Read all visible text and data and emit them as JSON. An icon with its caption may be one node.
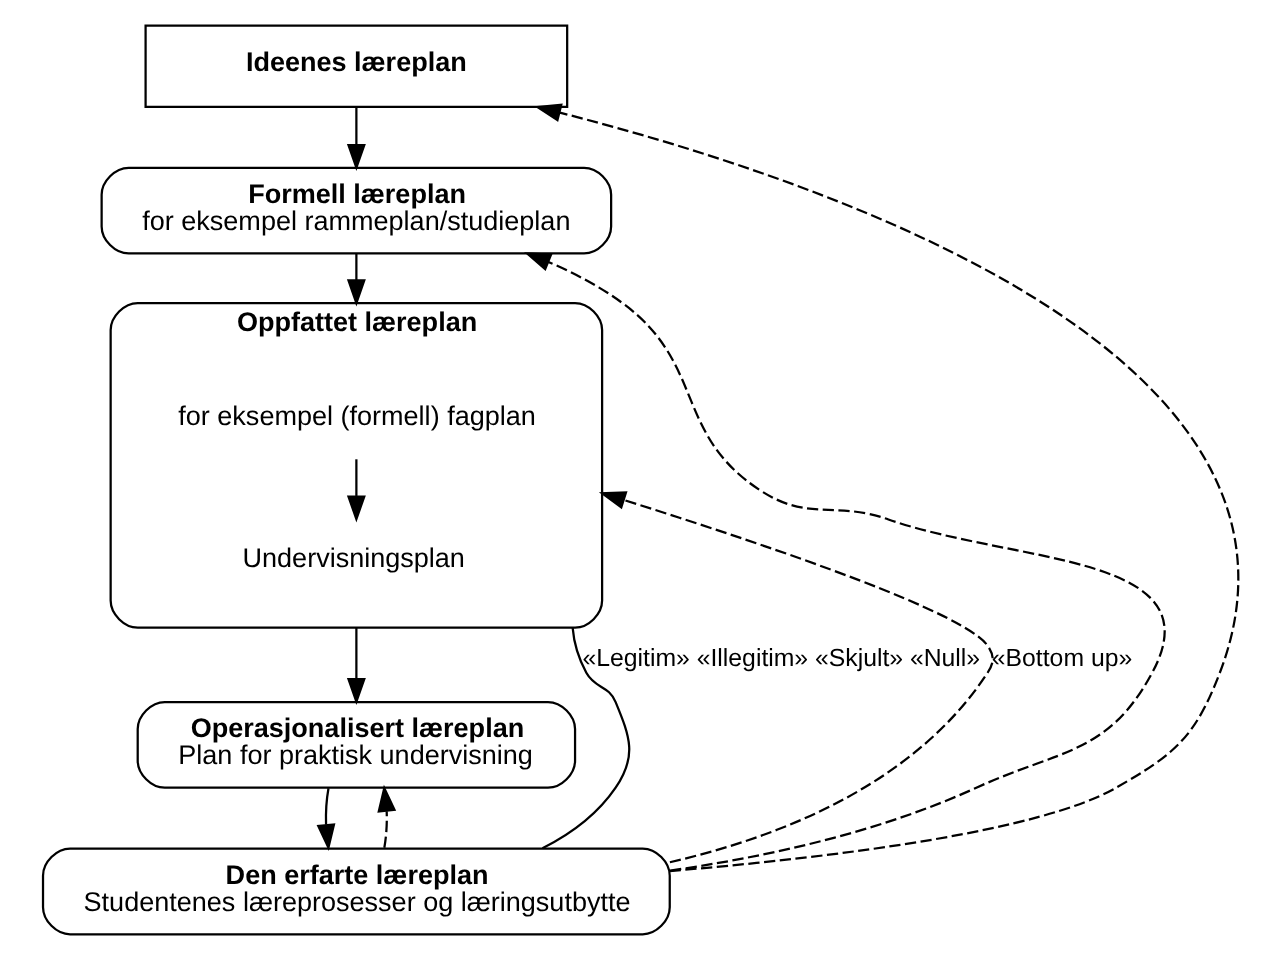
{
  "diagram": {
    "nodes": [
      {
        "text": [
          "Ideenes læreplan"
        ]
      },
      {
        "text": [
          "Formell læreplan",
          "for eksempel rammeplan/studieplan"
        ]
      },
      {
        "text": [
          "Oppfattet læreplan"
        ]
      },
      {
        "text": [
          "for eksempel (formell) fagplan"
        ],
        "in": 2
      },
      {
        "text": [
          "Undervisningsplan"
        ],
        "in": 2
      },
      {
        "text": [
          "Operasjonalisert læreplan",
          "Plan for praktisk undervisning"
        ]
      },
      {
        "text": [
          "Den erfarte læreplan",
          "Studentenes læreprosesser og læringsutbytte"
        ]
      }
    ],
    "edges": [
      {
        "from": 0,
        "to": 1,
        "arrow": "to"
      },
      {
        "from": 1,
        "to": 2,
        "arrow": "to"
      },
      {
        "from": 3,
        "to": 4,
        "arrow": "to"
      },
      {
        "from": 2,
        "to": 5,
        "arrow": "to"
      },
      {
        "from": 5,
        "to": 6,
        "arrow": "to"
      },
      {
        "from": 6,
        "to": 2,
        "arrow": "none",
        "label": "«Legitim» «Illegitim» «Skjult» «Null»"
      },
      {
        "from": 6,
        "to": 5,
        "arrow": "to",
        "style": "dashed"
      },
      {
        "from": 6,
        "to": 2,
        "arrow": "to",
        "style": "dashed",
        "label": "«Bottom up»"
      },
      {
        "from": 6,
        "to": 1,
        "arrow": "to",
        "style": "dashed"
      },
      {
        "from": 6,
        "to": 0,
        "arrow": "to",
        "style": "dashed"
      }
    ]
  }
}
